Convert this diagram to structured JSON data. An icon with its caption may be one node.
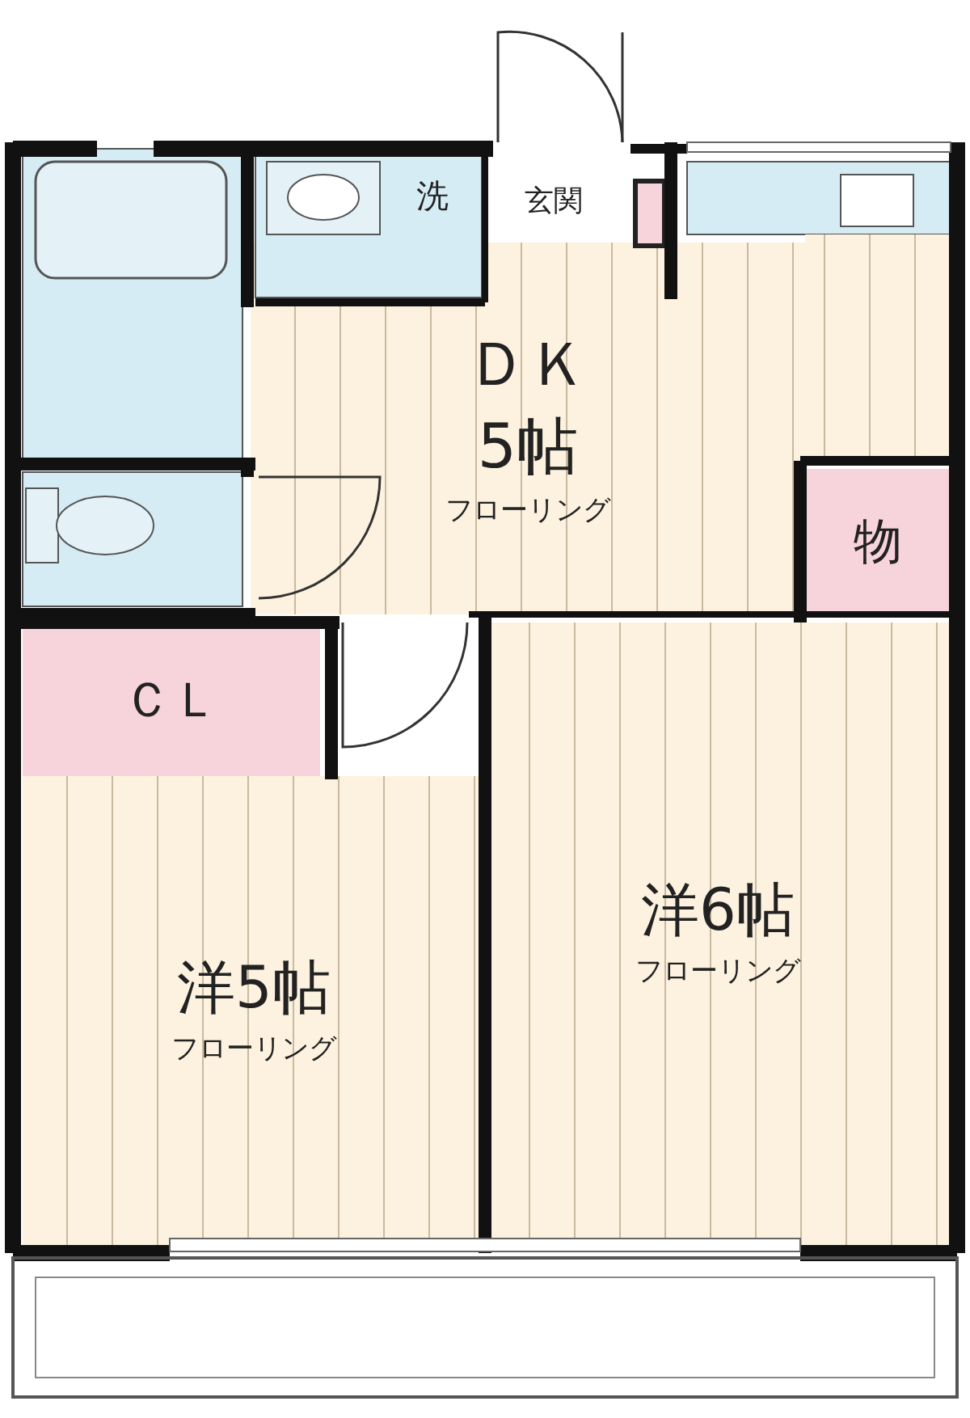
{
  "diagram": {
    "nodes": [
      {
        "text": [
          "ＤＫ",
          "5帖",
          "フローリング"
        ]
      },
      {
        "text": [
          "洗"
        ]
      },
      {
        "text": [
          "玄関"
        ]
      },
      {
        "text": [
          "物"
        ]
      },
      {
        "text": [
          "ＣＬ"
        ]
      },
      {
        "text": [
          "洋5帖",
          "フローリング"
        ]
      },
      {
        "text": [
          "洋6帖",
          "フローリング"
        ]
      }
    ]
  }
}
